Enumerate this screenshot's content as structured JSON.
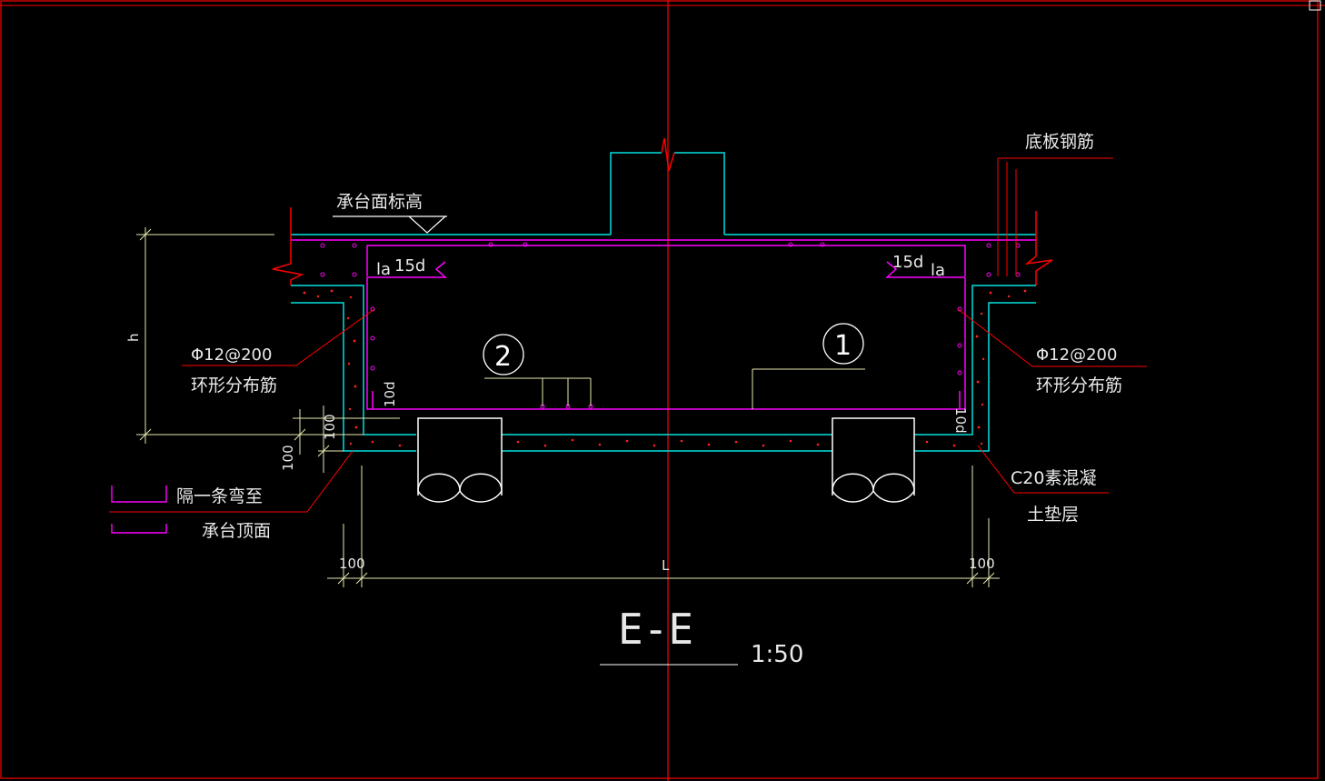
{
  "labels": {
    "top_elevation": "承台面标高",
    "bottom_rebar": "底板钢筋",
    "rebar_left": "Φ12@200",
    "dist_left": "环形分布筋",
    "rebar_right": "Φ12@200",
    "dist_right": "环形分布筋",
    "concrete_1": "C20素混凝",
    "concrete_2": "土垫层",
    "legend_1": "隔一条弯至",
    "legend_2": "承台顶面",
    "la_left": "la",
    "d15_left": "15d",
    "d15_right": "15d",
    "la_right": "la",
    "d10_left": "10d",
    "d10_right": "10d",
    "h": "h",
    "dim_100_a": "100",
    "dim_100_b": "100",
    "dim_100_c": "100",
    "dim_100_d": "100",
    "dim_L": "L",
    "marker_1": "1",
    "marker_2": "2",
    "title": "E-E",
    "scale": "1:50"
  },
  "colors": {
    "background": "#000000",
    "red": "#ff0000",
    "cyan": "#00ffff",
    "magenta": "#ff00ff",
    "white": "#ffffff",
    "dim": "#e8e8b0"
  }
}
